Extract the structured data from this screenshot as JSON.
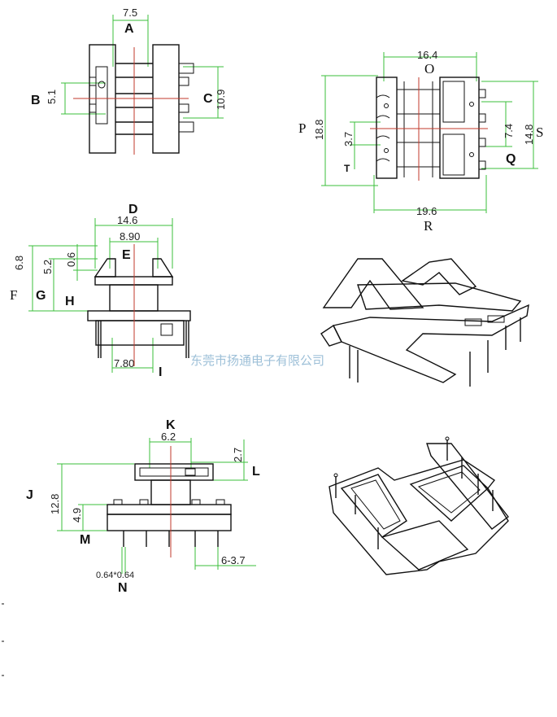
{
  "watermark": "东莞市扬通电子有限公司",
  "views": {
    "top_left": {
      "letters": {
        "a": "A",
        "b": "B",
        "c": "C"
      },
      "dims": {
        "a": "7.5",
        "b": "5.1",
        "c": "10.9"
      }
    },
    "top_right": {
      "letters": {
        "o": "O",
        "p": "P",
        "t": "T",
        "q": "Q",
        "s": "S",
        "r": "R"
      },
      "dims": {
        "o": "16.4",
        "p": "18.8",
        "t": "3.7",
        "q": "7.4",
        "s": "14.8",
        "r": "19.6"
      }
    },
    "mid_left": {
      "letters": {
        "d": "D",
        "e": "E",
        "f": "F",
        "g": "G",
        "h": "H",
        "i": "I"
      },
      "dims": {
        "d": "14.6",
        "e": "8.90",
        "f": "6.8",
        "g": "5.2",
        "h": "0.6",
        "i": "7.80"
      }
    },
    "bottom_left": {
      "letters": {
        "k": "K",
        "l": "L",
        "j": "J",
        "m": "M",
        "n": "N"
      },
      "dims": {
        "k": "6.2",
        "l": "2.7",
        "j": "12.8",
        "m": "4.9",
        "pitch": "6-3.7",
        "pin": "0.64*0.64"
      }
    }
  },
  "colors": {
    "dimension_line": "#3bbf3b",
    "center_line": "#c0392b",
    "outline": "#111111"
  }
}
